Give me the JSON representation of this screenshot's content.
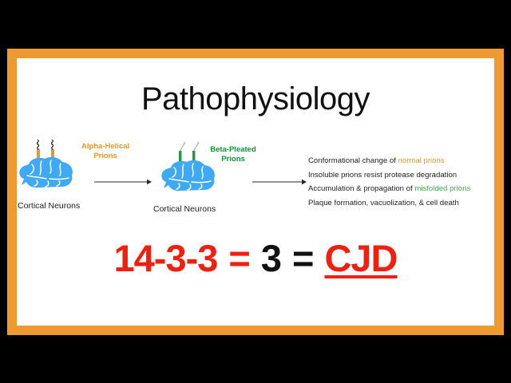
{
  "slide": {
    "title": "Pathophysiology",
    "frame_color": "#ee9a30",
    "background_color": "#ffffff",
    "letterbox_color": "#000000"
  },
  "diagram": {
    "stage_one": {
      "prion_label_line1": "Alpha-Helical",
      "prion_label_line2": "Prions",
      "prion_label_color": "#e8972b",
      "caption": "Cortical Neurons",
      "brain_color": "#3fa9f5",
      "prion_stick_color": "#d79a4e",
      "icon": "brain-icon"
    },
    "stage_two": {
      "prion_label_line1": "Beta-Pleated",
      "prion_label_line2": "Prions",
      "prion_label_color": "#119434",
      "caption": "Cortical Neurons",
      "brain_color": "#3fa9f5",
      "prion_stick_color": "#1f9b3d",
      "icon": "brain-icon"
    },
    "arrow_one_name": "right-arrow-icon",
    "arrow_two_name": "right-arrow-icon"
  },
  "pathway": {
    "lines": [
      {
        "plain": "Conformational change of ",
        "highlight": "normal prions",
        "highlight_color": "#e8972b",
        "tail": ""
      },
      {
        "plain": "Insoluble prions resist protease degradation",
        "highlight": "",
        "highlight_color": "",
        "tail": ""
      },
      {
        "plain": "Accumulation & propagation of ",
        "highlight": "misfolded prions",
        "highlight_color": "#3fae4a",
        "tail": ""
      },
      {
        "plain": "Plaque formation, vacuolization, & cell death",
        "highlight": "",
        "highlight_color": "",
        "tail": ""
      }
    ]
  },
  "equation": {
    "term_one": "14-3-3",
    "operator_one": "=",
    "term_two": "3",
    "operator_two": "=",
    "term_three": "CJD",
    "red_color": "#f02010",
    "black_color": "#111111"
  }
}
